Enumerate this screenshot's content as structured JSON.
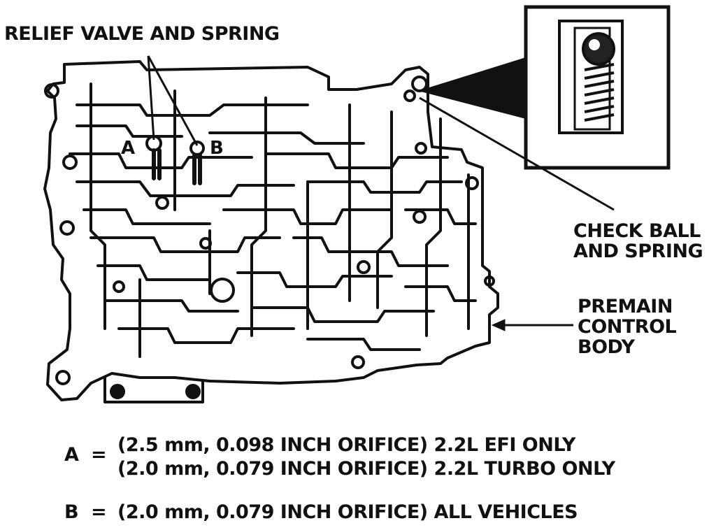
{
  "labels": {
    "relief_valve": "RELIEF VALVE AND SPRING",
    "check_ball_line1": "CHECK BALL",
    "check_ball_line2": "AND SPRING",
    "premain_line1": "PREMAIN",
    "premain_line2": "CONTROL",
    "premain_line3": "BODY",
    "mark_a": "A",
    "mark_b": "B"
  },
  "legend": {
    "a_key": "A",
    "a_eq": "=",
    "a_line1": "(2.5 mm, 0.098 INCH ORIFICE) 2.2L EFI ONLY",
    "a_line2": "(2.0 mm, 0.079 INCH ORIFICE) 2.2L TURBO ONLY",
    "b_key": "B",
    "b_eq": "=",
    "b_line1": "(2.0 mm, 0.079 INCH ORIFICE) ALL VEHICLES"
  },
  "colors": {
    "ink": "#111111",
    "paper": "#ffffff"
  }
}
